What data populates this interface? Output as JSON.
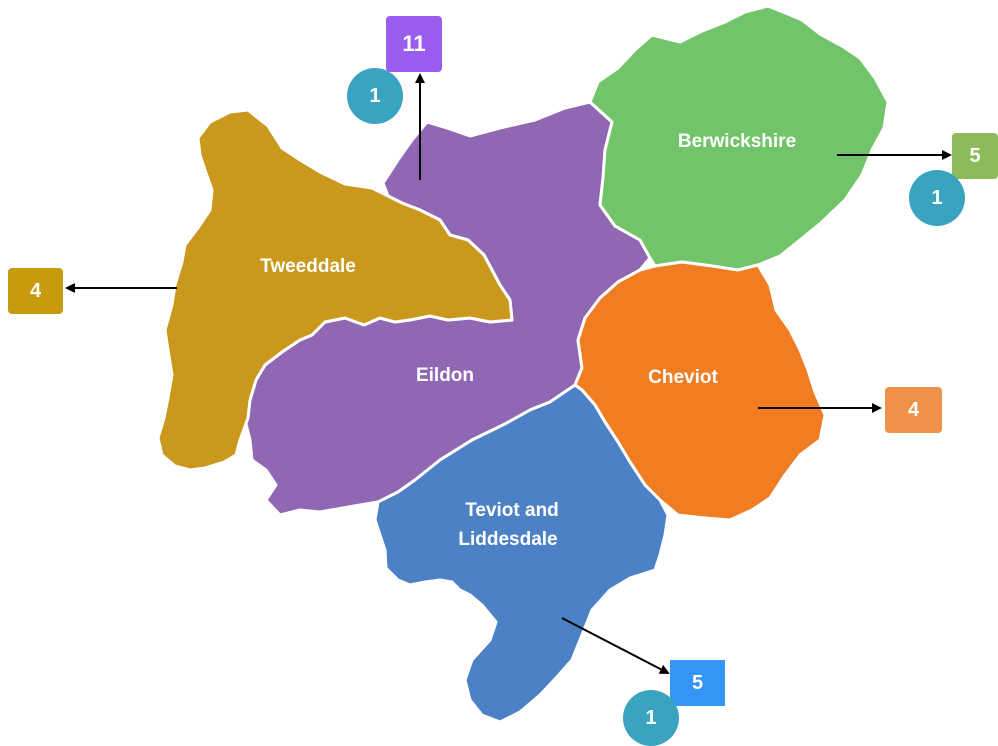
{
  "regions": [
    {
      "id": "berwickshire",
      "name": "Berwickshire",
      "color": "#72c46a"
    },
    {
      "id": "eildon",
      "name": "Eildon",
      "color": "#9067b3"
    },
    {
      "id": "tweeddale",
      "name": "Tweeddale",
      "color": "#c9981d"
    },
    {
      "id": "cheviot",
      "name": "Cheviot",
      "color": "#f07d22"
    },
    {
      "id": "teviot",
      "name_line1": "Teviot and",
      "name_line2": "Liddesdale",
      "color": "#4d81c5"
    }
  ],
  "counts": {
    "eildon": {
      "value": "11",
      "color": "#9b5cf0"
    },
    "berwickshire": {
      "value": "5",
      "color": "#8dbb5a"
    },
    "tweeddale": {
      "value": "4",
      "color": "#c89a0e"
    },
    "cheviot": {
      "value": "4",
      "color": "#f0914a"
    },
    "teviot": {
      "value": "5",
      "color": "#3396f5"
    }
  },
  "secondary_counts": {
    "eildon": "1",
    "berwickshire": "1",
    "teviot": "1"
  },
  "secondary_color": "#3aa3bf"
}
